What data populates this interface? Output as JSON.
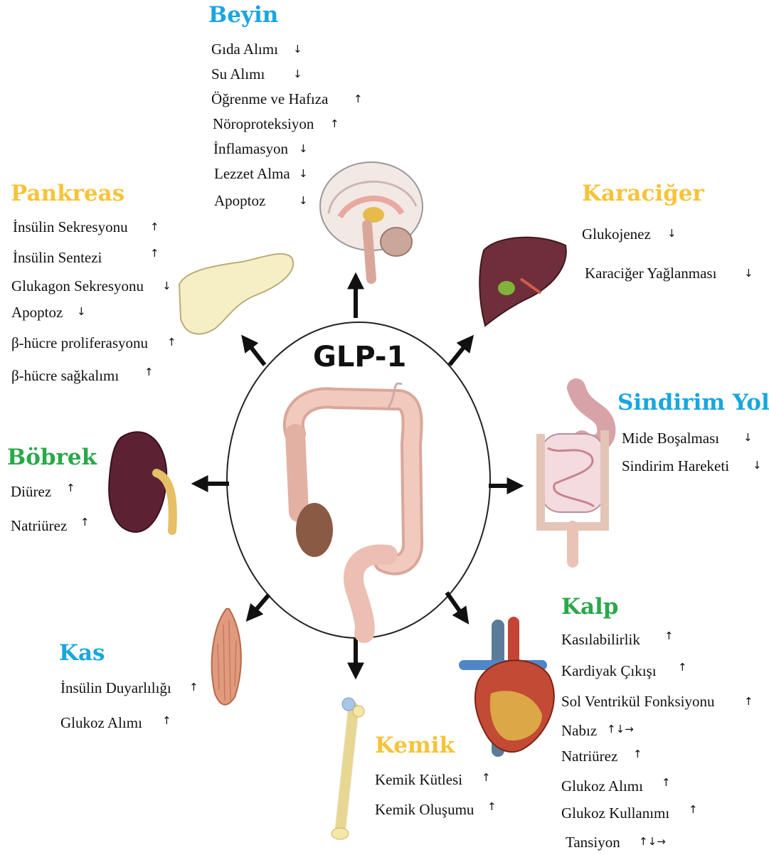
{
  "center": {
    "label": "GLP-1"
  },
  "organs": {
    "brain": {
      "title": "Beyin",
      "items": [
        {
          "label": "Gıda Alımı",
          "arrow": "↓"
        },
        {
          "label": "Su Alımı",
          "arrow": "↓"
        },
        {
          "label": "Öğrenme ve Hafıza",
          "arrow": "↑"
        },
        {
          "label": "Nöroproteksiyon",
          "arrow": "↑"
        },
        {
          "label": "İnflamasyon",
          "arrow": "↓"
        },
        {
          "label": "Lezzet Alma",
          "arrow": "↓"
        },
        {
          "label": "Apoptoz",
          "arrow": "↓"
        }
      ]
    },
    "pancreas": {
      "title": "Pankreas",
      "items": [
        {
          "label": "İnsülin Sekresyonu",
          "arrow": "↑"
        },
        {
          "label": "İnsülin Sentezi",
          "arrow": "↑"
        },
        {
          "label": "Glukagon Sekresyonu",
          "arrow": "↓"
        },
        {
          "label": "Apoptoz",
          "arrow": "↓"
        },
        {
          "label": "β-hücre proliferasyonu",
          "arrow": "↑"
        },
        {
          "label": "β-hücre sağkalımı",
          "arrow": "↑"
        }
      ]
    },
    "liver": {
      "title": "Karaciğer",
      "items": [
        {
          "label": "Glukojenez",
          "arrow": "↓"
        },
        {
          "label": "Karaciğer Yağlanması",
          "arrow": "↓"
        }
      ]
    },
    "digestive": {
      "title": "Sindirim Yolu",
      "items": [
        {
          "label": "Mide Boşalması",
          "arrow": "↓"
        },
        {
          "label": "Sindirim Hareketi",
          "arrow": "↓"
        }
      ]
    },
    "kidney": {
      "title": "Böbrek",
      "items": [
        {
          "label": "Diürez",
          "arrow": "↑"
        },
        {
          "label": "Natriürez",
          "arrow": "↑"
        }
      ]
    },
    "muscle": {
      "title": "Kas",
      "items": [
        {
          "label": "İnsülin Duyarlılığı",
          "arrow": "↑"
        },
        {
          "label": "Glukoz Alımı",
          "arrow": "↑"
        }
      ]
    },
    "bone": {
      "title": "Kemik",
      "items": [
        {
          "label": "Kemik Kütlesi",
          "arrow": "↑"
        },
        {
          "label": "Kemik Oluşumu",
          "arrow": "↑"
        }
      ]
    },
    "heart": {
      "title": "Kalp",
      "items": [
        {
          "label": "Kasılabilirlik",
          "arrow": "↑"
        },
        {
          "label": "Kardiyak Çıkışı",
          "arrow": "↑"
        },
        {
          "label": "Sol Ventrikül Fonksiyonu",
          "arrow": "↑"
        },
        {
          "label": "Nabız",
          "arrow": "↑↓→"
        },
        {
          "label": "Natriürez",
          "arrow": "↑"
        },
        {
          "label": "Glukoz Alımı",
          "arrow": "↑"
        },
        {
          "label": "Glukoz Kullanımı",
          "arrow": "↑"
        },
        {
          "label": "Tansiyon",
          "arrow": "↑↓→"
        }
      ]
    }
  },
  "colors": {
    "title_blue": "#19a6df",
    "title_gold": "#f7c33a",
    "title_green": "#2aa84a",
    "arrow": "#111111"
  }
}
